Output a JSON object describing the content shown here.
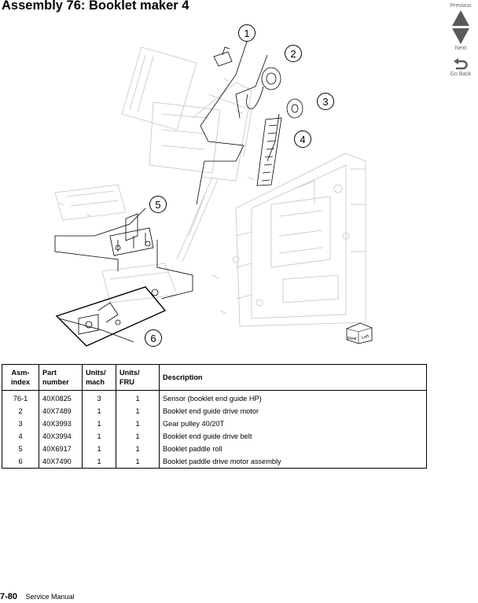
{
  "page": {
    "title": "Assembly 76:  Booklet maker 4"
  },
  "nav": {
    "previous": "Previous",
    "next": "Next",
    "go_back": "Go Back"
  },
  "diagram": {
    "callouts": [
      "1",
      "2",
      "3",
      "4",
      "5",
      "6"
    ],
    "badge_left": "Rear",
    "badge_right": "Left"
  },
  "table": {
    "headers": {
      "asm": "Asm-\nindex",
      "part": "Part\nnumber",
      "mach": "Units/\nmach",
      "fru": "Units/\nFRU",
      "desc": "Description"
    },
    "rows": [
      {
        "asm": "76-1",
        "part": "40X0825",
        "mach": "3",
        "fru": "1",
        "desc": "Sensor (booklet end guide HP)"
      },
      {
        "asm": "2",
        "part": "40X7489",
        "mach": "1",
        "fru": "1",
        "desc": "Booklet end guide drive motor"
      },
      {
        "asm": "3",
        "part": "40X3993",
        "mach": "1",
        "fru": "1",
        "desc": "Gear pulley 40/20T"
      },
      {
        "asm": "4",
        "part": "40X3994",
        "mach": "1",
        "fru": "1",
        "desc": "Booklet end guide drive belt"
      },
      {
        "asm": "5",
        "part": "40X6917",
        "mach": "1",
        "fru": "1",
        "desc": "Booklet paddle roll"
      },
      {
        "asm": "6",
        "part": "40X7490",
        "mach": "1",
        "fru": "1",
        "desc": "Booklet paddle drive motor assembly"
      }
    ]
  },
  "footer": {
    "page_number": "7-80",
    "manual": "Service Manual"
  }
}
